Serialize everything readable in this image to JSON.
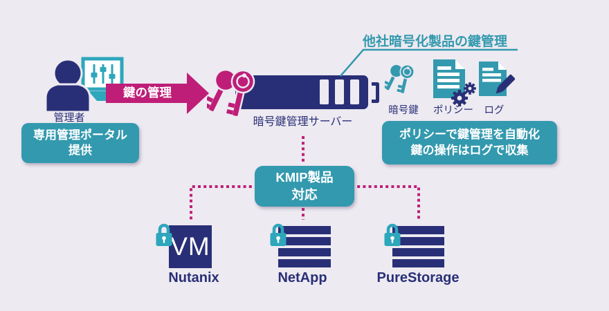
{
  "colors": {
    "background": "#EDEAF1",
    "navy": "#292F77",
    "teal": "#3399AE",
    "teal_bright": "#2EA6BC",
    "magenta": "#BE1E78",
    "white": "#FFFFFF"
  },
  "admin": {
    "label": "管理者",
    "portal_box": {
      "line1": "専用管理ポータル",
      "line2": "提供"
    }
  },
  "flow": {
    "arrow_label": "鍵の管理"
  },
  "server": {
    "label": "暗号鍵管理サーバー"
  },
  "callout": {
    "title": "他社暗号化製品の鍵管理",
    "items": [
      {
        "icon": "keys-icon",
        "label": "暗号鍵"
      },
      {
        "icon": "policy-document-gear-icon",
        "label": "ポリシー"
      },
      {
        "icon": "log-document-pencil-icon",
        "label": "ログ"
      }
    ],
    "note": {
      "line1": "ポリシーで鍵管理を自動化",
      "line2": "鍵の操作はログで収集"
    }
  },
  "kmip": {
    "line1": "KMIP製品",
    "line2": "対応"
  },
  "products": [
    {
      "name": "Nutanix",
      "icon": "vm-icon",
      "badge": "VM"
    },
    {
      "name": "NetApp",
      "icon": "storage-array-icon"
    },
    {
      "name": "PureStorage",
      "icon": "storage-array-icon"
    }
  ]
}
